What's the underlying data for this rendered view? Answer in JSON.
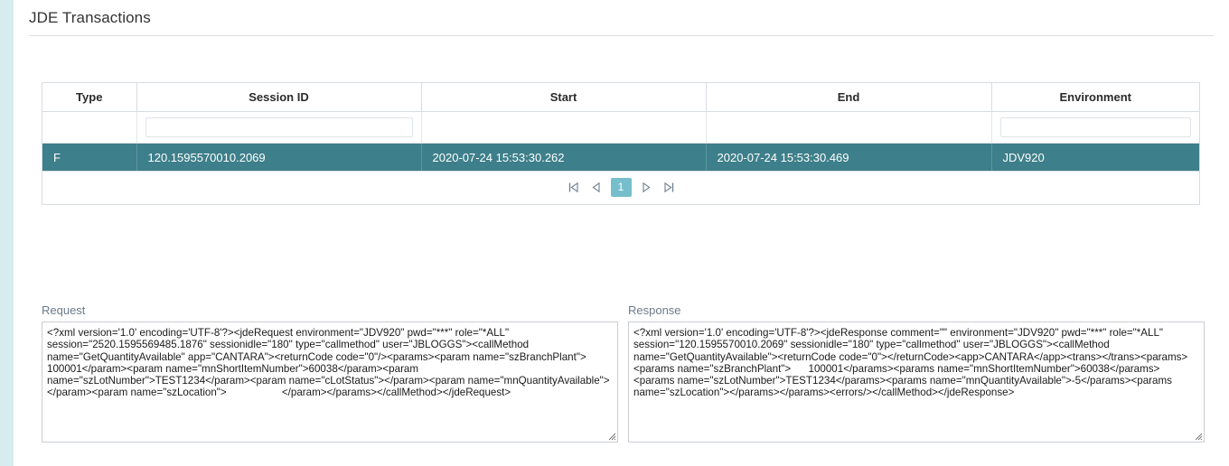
{
  "page": {
    "title": "JDE Transactions",
    "accent_strip_color": "#d6ecef",
    "selected_row_color": "#3d7f8a",
    "pager_active_color": "#76becb"
  },
  "grid": {
    "columns": [
      {
        "key": "type",
        "label": "Type"
      },
      {
        "key": "session_id",
        "label": "Session ID"
      },
      {
        "key": "start",
        "label": "Start"
      },
      {
        "key": "end",
        "label": "End"
      },
      {
        "key": "environment",
        "label": "Environment"
      }
    ],
    "filters": [
      {
        "column": "type",
        "has_input": false,
        "value": ""
      },
      {
        "column": "session_id",
        "has_input": true,
        "value": "",
        "placeholder": ""
      },
      {
        "column": "start",
        "has_input": false,
        "value": ""
      },
      {
        "column": "end",
        "has_input": false,
        "value": ""
      },
      {
        "column": "environment",
        "has_input": true,
        "value": "",
        "placeholder": ""
      }
    ],
    "rows": [
      {
        "type": "F",
        "session_id": "120.1595570010.2069",
        "start": "2020-07-24 15:53:30.262",
        "end": "2020-07-24 15:53:30.469",
        "environment": "JDV920",
        "selected": true
      }
    ],
    "pager": {
      "first_icon": "first-page-icon",
      "prev_icon": "previous-page-icon",
      "next_icon": "next-page-icon",
      "last_icon": "last-page-icon",
      "current_page": "1"
    }
  },
  "request": {
    "label": "Request",
    "value": "<?xml version='1.0' encoding='UTF-8'?><jdeRequest environment=\"JDV920\" pwd=\"***\" role=\"*ALL\" session=\"2520.1595569485.1876\" sessionidle=\"180\" type=\"callmethod\" user=\"JBLOGGS\"><callMethod name=\"GetQuantityAvailable\" app=\"CANTARA\"><returnCode code=\"0\"/><params><param name=\"szBranchPlant\">          100001</param><param name=\"mnShortItemNumber\">60038</param><param name=\"szLotNumber\">TEST1234</param><param name=\"cLotStatus\"></param><param name=\"mnQuantityAvailable\"></param><param name=\"szLocation\">                   </param></params></callMethod></jdeRequest>"
  },
  "response": {
    "label": "Response",
    "value": "<?xml version='1.0' encoding='UTF-8'?><jdeResponse comment=\"\" environment=\"JDV920\" pwd=\"***\" role=\"*ALL\" session=\"120.1595570010.2069\" sessionidle=\"180\" type=\"callmethod\" user=\"JBLOGGS\"><callMethod name=\"GetQuantityAvailable\"><returnCode code=\"0\"></returnCode><app>CANTARA</app><trans></trans><params><params name=\"szBranchPlant\">      100001</params><params name=\"mnShortItemNumber\">60038</params><params name=\"szLotNumber\">TEST1234</params><params name=\"mnQuantityAvailable\">-5</params><params name=\"szLocation\"></params></params><errors/></callMethod></jdeResponse>"
  }
}
